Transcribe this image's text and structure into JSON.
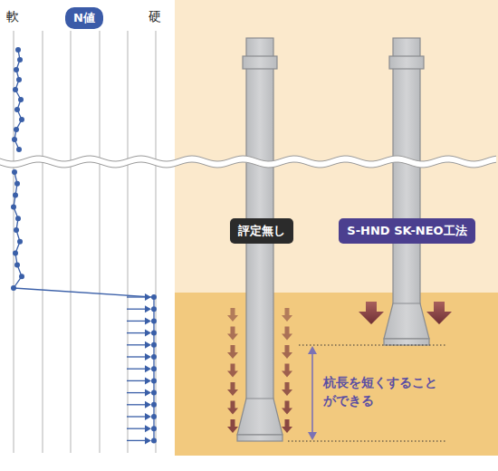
{
  "diagram": {
    "nodes": [
      {
        "text": [
          "N値"
        ]
      },
      {
        "text": [
          "評定無し"
        ]
      },
      {
        "text": [
          "S-HND SK-NEO工法"
        ]
      }
    ],
    "labels": [
      "軟",
      "硬",
      "杭長を短くすること ができる"
    ]
  }
}
